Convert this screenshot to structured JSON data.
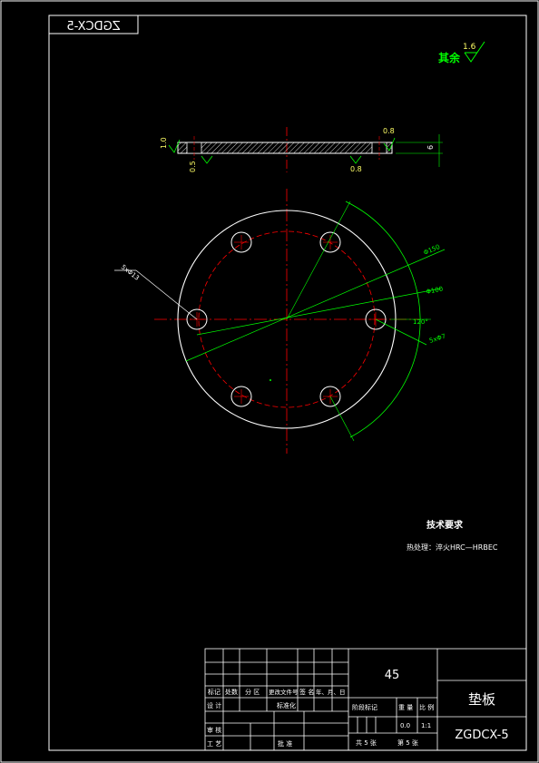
{
  "sheet": {
    "code_mirrored": "ZGDCX-5",
    "surface_rest_label": "其余",
    "surface_rest_value": "1.6",
    "colors": {
      "background": "#000000",
      "outline": "#ffffff",
      "dimension": "#00ff00",
      "centerline": "#ff0000",
      "text": "#ffffff",
      "roughness_text": "#ffff66"
    }
  },
  "section_view": {
    "roughness_left": "1.0",
    "roughness_top_right": "0.8",
    "roughness_bottom_left": "0.5",
    "roughness_bottom_mid": "0.8",
    "thickness": "6"
  },
  "plan_view": {
    "hole_callout": "5xΦ13",
    "diameter_outer": "Φ150",
    "diameter_pcd": "Φ100",
    "angle": "120°",
    "hole_small": "5xΦ7"
  },
  "tech_requirements": {
    "title": "技术要求",
    "line1": "热处理：淬火HRC—HRBEC"
  },
  "title_block": {
    "material": "45",
    "part_name": "垫板",
    "drawing_no": "ZGDCX-5",
    "rev_headers": [
      "标记",
      "处数",
      "分 区",
      "更改文件号",
      "签 名",
      "年、月、日"
    ],
    "row_design": "设 计",
    "row_standard": "标准化",
    "row_review": "审 核",
    "row_process": "工 艺",
    "row_approve": "批 准",
    "stage_label": "阶段标记",
    "weight_label": "重 量",
    "scale_label": "比 例",
    "weight_value": "0.0",
    "scale_value": "1:1",
    "sheet_total": "共 5 张",
    "sheet_current": "第 5 张"
  }
}
